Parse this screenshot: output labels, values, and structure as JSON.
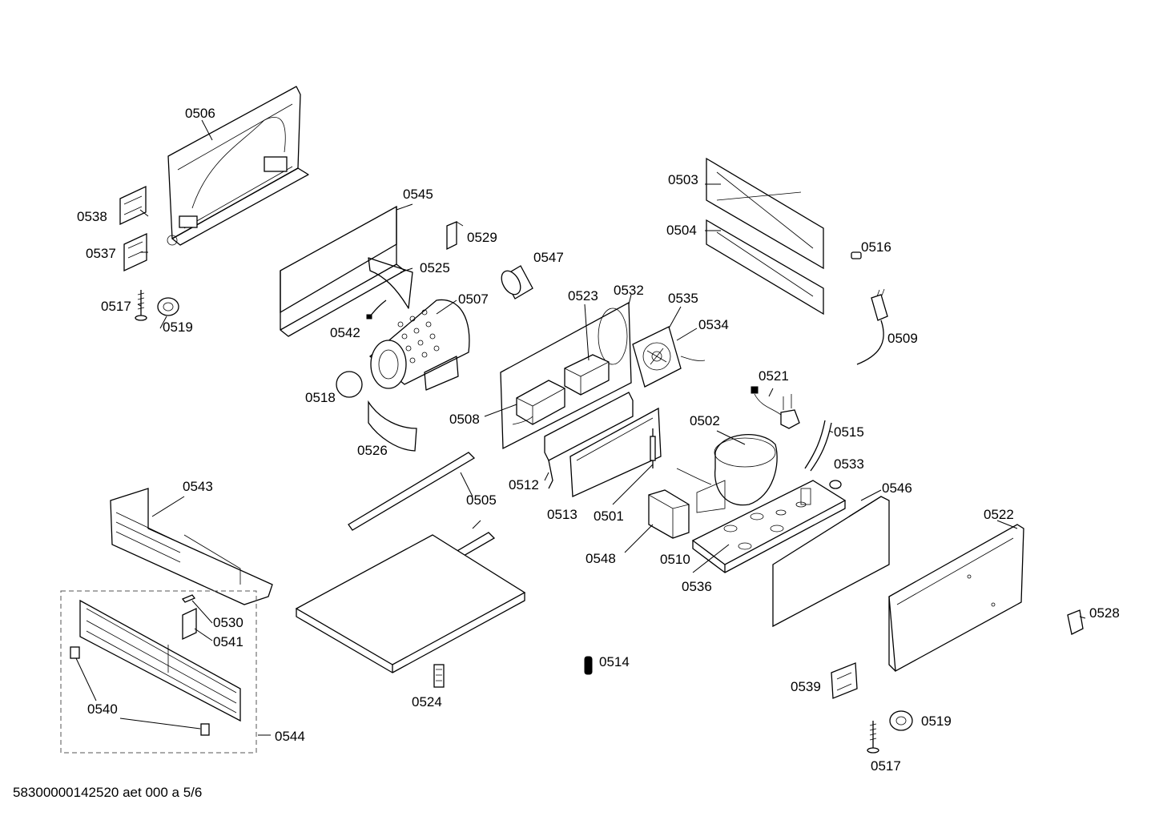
{
  "footer": "58300000142520 aet 000 a 5/6",
  "callouts": [
    "0506",
    "0538",
    "0537",
    "0517",
    "0519",
    "0545",
    "0529",
    "0525",
    "0547",
    "0542",
    "0507",
    "0518",
    "0526",
    "0523",
    "0532",
    "0535",
    "0534",
    "0508",
    "0512",
    "0513",
    "0501",
    "0503",
    "0504",
    "0516",
    "0509",
    "0521",
    "0502",
    "0515",
    "0533",
    "0546",
    "0548",
    "0510",
    "0536",
    "0522",
    "0528",
    "0543",
    "0505",
    "0530",
    "0541",
    "0540",
    "0544",
    "0524",
    "0514",
    "0539",
    "0519",
    "0517"
  ]
}
